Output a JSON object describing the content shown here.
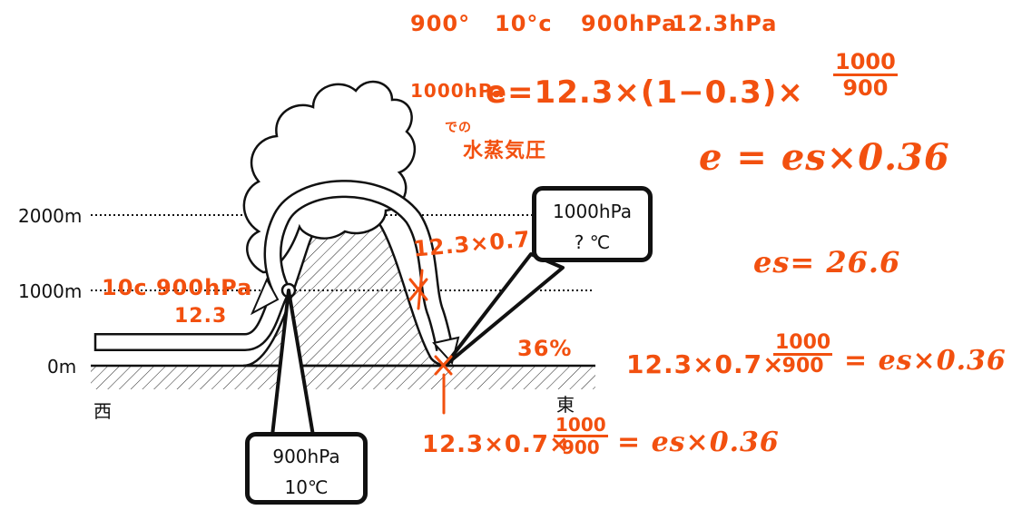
{
  "figure": {
    "altitudes": [
      "2000m",
      "1000m",
      "0m"
    ],
    "direction_west": "西",
    "direction_east": "東",
    "box_left": {
      "pressure": "900hPa",
      "temp": "10℃"
    },
    "box_right": {
      "pressure": "1000hPa",
      "temp": "? ℃"
    }
  },
  "notes": {
    "line1": {
      "a": "900°",
      "b": "10°c",
      "c": "900hPa",
      "d": "12.3hPa"
    },
    "eq1": {
      "label": "1000hPa",
      "expr": "e=12.3×(1−0.3)×",
      "num": "1000",
      "den": "900"
    },
    "annot_jp": {
      "a": "での",
      "b": "水蒸気圧"
    },
    "eq2": "e = es×0.36",
    "es_value": "es= 26.6",
    "side_left": "10c 900hPa",
    "side_left_2": "12.3",
    "slope_label": "12.3×0.7",
    "percent": "36%",
    "eq3": {
      "lhs": "12.3×0.7×",
      "num": "1000",
      "den": "900",
      "rhs": "= es×0.36"
    },
    "eq4": {
      "lhs": "12.3×0.7×",
      "num": "1000",
      "den": "900",
      "rhs": "= es×0.36"
    }
  },
  "colors": {
    "ink": "#f2500f",
    "line": "#111111"
  }
}
